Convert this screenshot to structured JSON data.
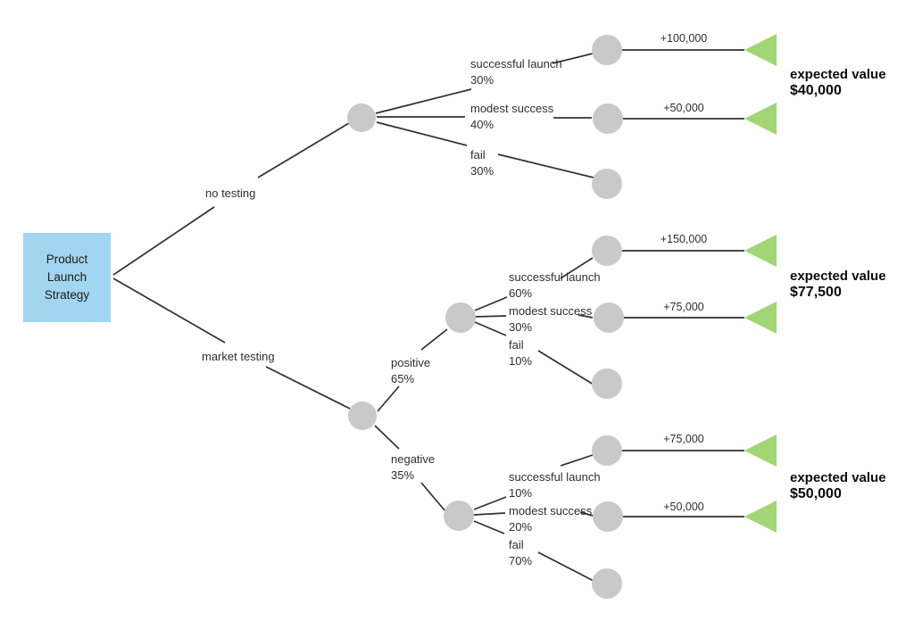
{
  "colors": {
    "box": "#a2d5ef",
    "node": "#c9c9c9",
    "terminal": "#a0d674",
    "line": "#303030",
    "text": "#2e2e2e"
  },
  "root": {
    "lines": [
      "Product",
      "Launch",
      "Strategy"
    ]
  },
  "no_testing": {
    "branch_label": "no testing",
    "outcomes": [
      {
        "label": "successful launch",
        "prob": "30%",
        "payoff": "+100,000"
      },
      {
        "label": "modest success",
        "prob": "40%",
        "payoff": "+50,000"
      },
      {
        "label": "fail",
        "prob": "30%"
      }
    ],
    "ev_label": "expected value",
    "ev_value": "$40,000"
  },
  "market_testing": {
    "branch_label": "market testing",
    "positive": {
      "branch_label": "positive",
      "prob": "65%",
      "outcomes": [
        {
          "label": "successful launch",
          "prob": "60%",
          "payoff": "+150,000"
        },
        {
          "label": "modest success",
          "prob": "30%",
          "payoff": "+75,000"
        },
        {
          "label": "fail",
          "prob": "10%"
        }
      ],
      "ev_label": "expected value",
      "ev_value": "$77,500"
    },
    "negative": {
      "branch_label": "negative",
      "prob": "35%",
      "outcomes": [
        {
          "label": "successful launch",
          "prob": "10%",
          "payoff": "+75,000"
        },
        {
          "label": "modest success",
          "prob": "20%",
          "payoff": "+50,000"
        },
        {
          "label": "fail",
          "prob": "70%"
        }
      ],
      "ev_label": "expected value",
      "ev_value": "$50,000"
    }
  }
}
